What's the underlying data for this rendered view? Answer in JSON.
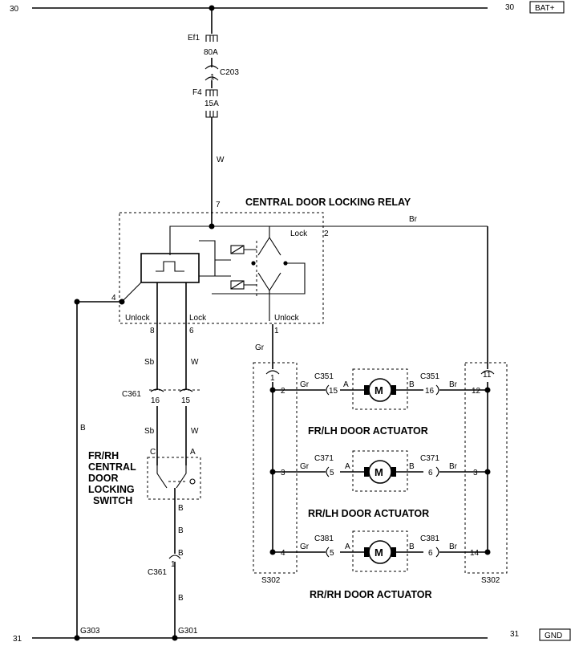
{
  "rails": {
    "top_left": "30",
    "top_right": "30",
    "top_tag": "BAT+",
    "bottom_left": "31",
    "bottom_right": "31",
    "bottom_tag": "GND"
  },
  "fuse_chain": {
    "ef1": "Ef1",
    "amp80": "80A",
    "c203_pin": "1",
    "c203": "C203",
    "f4": "F4",
    "amp15": "15A",
    "wire_w": "W"
  },
  "relay": {
    "title": "CENTRAL DOOR LOCKING RELAY",
    "pin7": "7",
    "pin2": "2",
    "pin4": "4",
    "pin8": "8",
    "pin6": "6",
    "pin1": "1",
    "lock_upper": "Lock",
    "unlock_left": "Unlock",
    "lock_lower": "Lock",
    "unlock_right": "Unlock"
  },
  "wires": {
    "br_top": "Br",
    "gr": "Gr",
    "sb1": "Sb",
    "w1": "W",
    "sb2": "Sb",
    "w2": "W",
    "b_left": "B",
    "b_sw": "B",
    "b_mid": "B",
    "b_low": "B"
  },
  "c361_top": {
    "name": "C361",
    "p16": "16",
    "p15": "15"
  },
  "switch": {
    "line1": "FR/RH",
    "line2": "CENTRAL",
    "line3": "DOOR",
    "line4": "LOCKING",
    "line5": "SWITCH",
    "c": "C",
    "a": "A",
    "b": "B"
  },
  "c361_bottom": {
    "name": "C361",
    "pin": "1"
  },
  "grounds": {
    "g303": "G303",
    "g301": "G301"
  },
  "s302_left": {
    "name": "S302",
    "p1": "1",
    "p2": "2",
    "p3": "3",
    "p4": "4"
  },
  "s302_right": {
    "name": "S302",
    "p11": "11",
    "p12": "12",
    "p3": "3",
    "p14": "14"
  },
  "actuators": [
    {
      "name": "FR/LH DOOR ACTUATOR",
      "conn": "C351",
      "pin_l": "15",
      "pin_r": "16",
      "wire_l": "Gr",
      "wire_r": "Br",
      "a": "A",
      "b": "B",
      "motor": "M"
    },
    {
      "name": "RR/LH DOOR ACTUATOR",
      "conn": "C371",
      "pin_l": "5",
      "pin_r": "6",
      "wire_l": "Gr",
      "wire_r": "Br",
      "a": "A",
      "b": "B",
      "motor": "M"
    },
    {
      "name": "RR/RH DOOR ACTUATOR",
      "conn": "C381",
      "pin_l": "5",
      "pin_r": "6",
      "wire_l": "Gr",
      "wire_r": "Br",
      "a": "A",
      "b": "B",
      "motor": "M"
    }
  ]
}
